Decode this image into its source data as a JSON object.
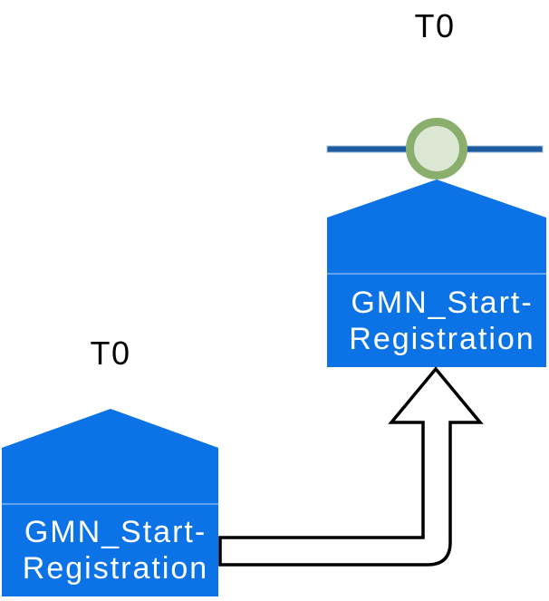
{
  "diagram": {
    "type": "process-timeline-diagram",
    "colors": {
      "background": "#ffffff",
      "block_fill": "#0b73e6",
      "block_divider": "#7fb3ee",
      "timeline_line": "#1b5a9e",
      "timeline_edge": "#a3bdd9",
      "event_ring_green": "#8aaf6d",
      "event_fill_green": "#dbe7d3",
      "arrow_fill": "#ffffff",
      "arrow_stroke": "#000000",
      "block_label_text": "#ffffff",
      "time_label_text": "#000000"
    },
    "right_group": {
      "time_label": "T0",
      "block": {
        "label_line1": "GMN_Start-",
        "label_line2": "Registration"
      }
    },
    "left_group": {
      "time_label": "T0",
      "block": {
        "label_line1": "GMN_Start-",
        "label_line2": "Registration"
      }
    },
    "icons": {
      "event_circle": "event-marker-circle",
      "connector": "bent-up-arrow"
    }
  }
}
